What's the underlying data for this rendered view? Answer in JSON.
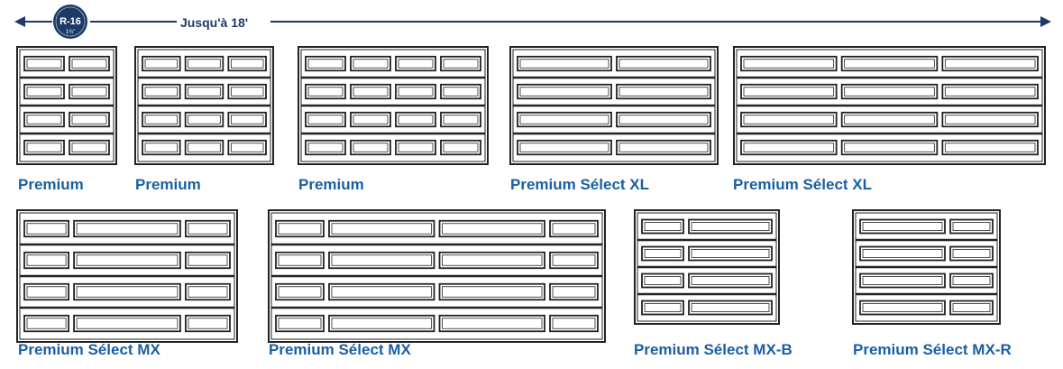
{
  "header": {
    "width_label": "Jusqu'à 18'",
    "badge": {
      "rating": "R-16",
      "sub": "1¾\""
    }
  },
  "colors": {
    "navy": "#1d3a66",
    "blue": "#1a5fa3",
    "stroke": "#222222"
  },
  "doors": [
    {
      "label": "Premium",
      "panels": [
        1,
        1
      ]
    },
    {
      "label": "Premium",
      "panels": [
        1,
        1,
        1
      ]
    },
    {
      "label": "Premium",
      "panels": [
        1,
        1,
        1,
        1
      ]
    },
    {
      "label": "Premium Sélect XL",
      "panels": [
        1,
        1
      ]
    },
    {
      "label": "Premium Sélect XL",
      "panels": [
        1,
        1,
        1
      ]
    },
    {
      "label": "Premium Sélect MX",
      "panels": [
        1,
        2.4,
        1
      ]
    },
    {
      "label": "Premium Sélect MX",
      "panels": [
        1,
        2.2,
        2.2,
        1
      ]
    },
    {
      "label": "Premium Sélect MX-B",
      "panels": [
        1,
        2
      ]
    },
    {
      "label": "Premium Sélect MX-R",
      "panels": [
        2,
        1
      ]
    }
  ]
}
